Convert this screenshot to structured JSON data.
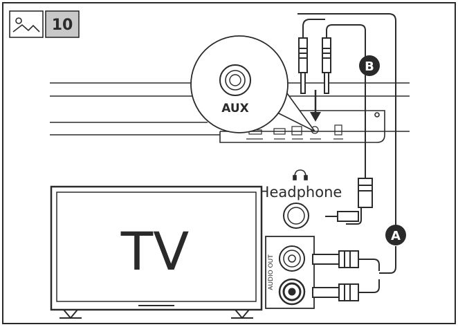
{
  "header": {
    "step_number": "10",
    "image_icon": "image-icon"
  },
  "labels": {
    "aux": "AUX",
    "headphone": "Headphone",
    "tv": "TV",
    "audio_out": "AUDIO OUT",
    "cable_a": "A",
    "cable_b": "B"
  },
  "icons": {
    "headphone": "headphone-icon",
    "step_picture": "image-icon"
  },
  "colors": {
    "line": "#2a2a2a",
    "badge_fill": "#2a2a2a",
    "badge_text": "#ffffff",
    "step_box": "#c8c8c8"
  }
}
